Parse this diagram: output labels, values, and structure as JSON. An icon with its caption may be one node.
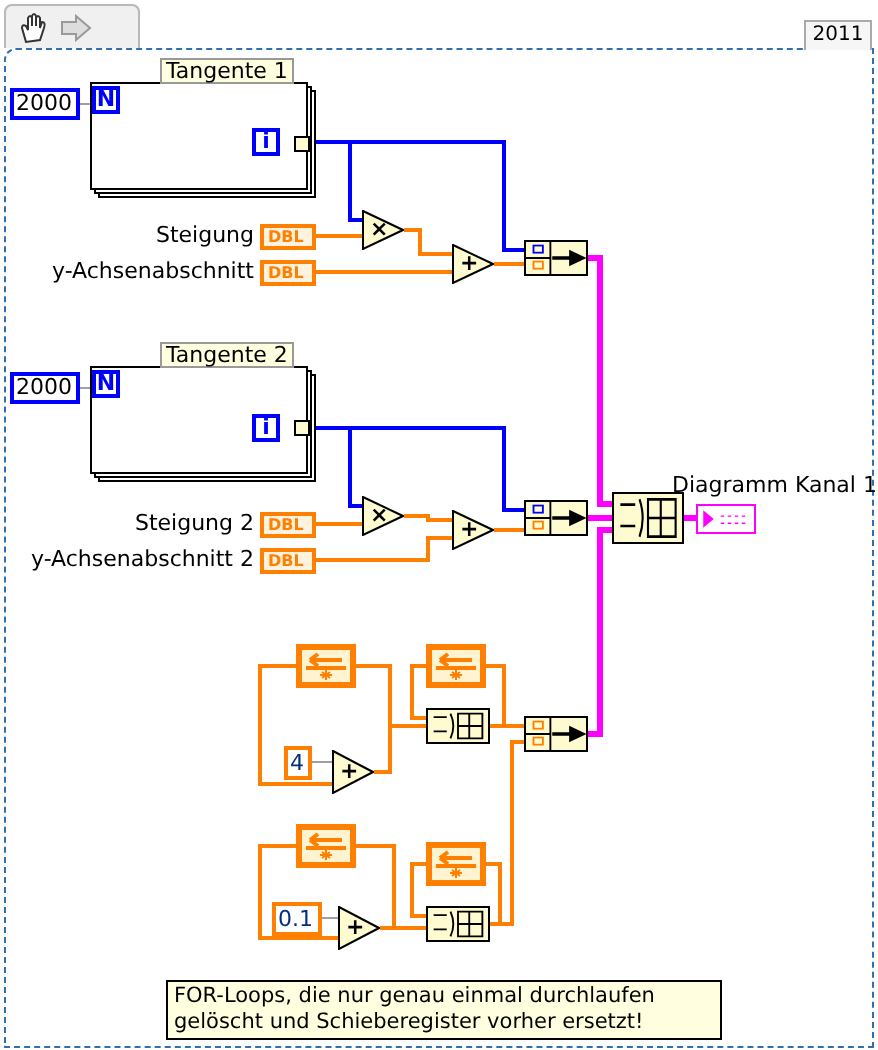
{
  "diagram": {
    "nodes": [
      {
        "text": [
          "2000"
        ]
      },
      {
        "text": [
          "Tangente 1"
        ]
      },
      {
        "text": [
          "N"
        ],
        "in": 1
      },
      {
        "text": [
          "i"
        ],
        "in": 1
      },
      {
        "text": [
          "DBL"
        ],
        "beside": [
          "Steigung"
        ]
      },
      {
        "text": [
          "DBL"
        ],
        "beside": [
          "y-Achsenabschnitt"
        ]
      },
      {
        "text": [
          "×"
        ]
      },
      {
        "text": [
          "+"
        ]
      },
      {
        "text": [],
        "shape": "box"
      },
      {
        "text": [
          "2000"
        ]
      },
      {
        "text": [
          "Tangente 2"
        ]
      },
      {
        "text": [
          "N"
        ],
        "in": 10
      },
      {
        "text": [
          "i"
        ],
        "in": 10
      },
      {
        "text": [
          "DBL"
        ],
        "beside": [
          "Steigung 2"
        ]
      },
      {
        "text": [
          "DBL"
        ],
        "beside": [
          "y-Achsenabschnitt 2"
        ]
      },
      {
        "text": [
          "×"
        ]
      },
      {
        "text": [
          "+"
        ]
      },
      {
        "text": [],
        "shape": "box"
      },
      {
        "text": [],
        "shape": "box"
      },
      {
        "text": [],
        "shape": "box",
        "beside": [
          "Diagramm Kanal 1"
        ]
      },
      {
        "text": [],
        "shape": "box"
      },
      {
        "text": [
          "4"
        ]
      },
      {
        "text": [
          "+"
        ]
      },
      {
        "text": [],
        "shape": "box"
      },
      {
        "text": [],
        "shape": "box"
      },
      {
        "text": [],
        "shape": "box"
      },
      {
        "text": [],
        "shape": "box"
      },
      {
        "text": [
          "0.1"
        ]
      },
      {
        "text": [
          "+"
        ]
      },
      {
        "text": [],
        "shape": "box"
      },
      {
        "text": [],
        "shape": "box"
      },
      {
        "text": [
          "FOR-Loops, die nur genau einmal durchlaufen gelöscht und Schieberegister vorher ersetzt!"
        ]
      }
    ],
    "edges": [
      {
        "from": 0,
        "to": 2,
        "arrow": "none",
        "color": "#a0a0a0"
      },
      {
        "from": 3,
        "to": 6,
        "arrow": "none",
        "color": "#0000ff"
      },
      {
        "from": 3,
        "to": 8,
        "arrow": "none",
        "color": "#0000ff"
      },
      {
        "from": 4,
        "to": 6,
        "arrow": "none"
      },
      {
        "from": 6,
        "to": 7,
        "arrow": "none"
      },
      {
        "from": 5,
        "to": 7,
        "arrow": "none"
      },
      {
        "from": 7,
        "to": 8,
        "arrow": "none"
      },
      {
        "from": 8,
        "to": 18,
        "arrow": "none",
        "color": "#ff00ff"
      },
      {
        "from": 9,
        "to": 11,
        "arrow": "none",
        "color": "#a0a0a0"
      },
      {
        "from": 12,
        "to": 15,
        "arrow": "none",
        "color": "#0000ff"
      },
      {
        "from": 12,
        "to": 17,
        "arrow": "none",
        "color": "#0000ff"
      },
      {
        "from": 13,
        "to": 15,
        "arrow": "none"
      },
      {
        "from": 15,
        "to": 16,
        "arrow": "none"
      },
      {
        "from": 14,
        "to": 16,
        "arrow": "none"
      },
      {
        "from": 16,
        "to": 17,
        "arrow": "none"
      },
      {
        "from": 17,
        "to": 18,
        "arrow": "none",
        "color": "#ff00ff"
      },
      {
        "from": 18,
        "to": 19,
        "arrow": "none",
        "color": "#ff00ff"
      },
      {
        "from": 20,
        "to": 22,
        "arrow": "none"
      },
      {
        "from": 21,
        "to": 22,
        "arrow": "none",
        "color": "#a0a0a0"
      },
      {
        "from": 22,
        "to": 20,
        "arrow": "none"
      },
      {
        "from": 22,
        "to": 24,
        "arrow": "none"
      },
      {
        "from": 23,
        "to": 24,
        "arrow": "none"
      },
      {
        "from": 24,
        "to": 23,
        "arrow": "none"
      },
      {
        "from": 24,
        "to": 25,
        "arrow": "none"
      },
      {
        "from": 26,
        "to": 28,
        "arrow": "none"
      },
      {
        "from": 27,
        "to": 28,
        "arrow": "none",
        "color": "#a0a0a0"
      },
      {
        "from": 28,
        "to": 26,
        "arrow": "none"
      },
      {
        "from": 28,
        "to": 30,
        "arrow": "none"
      },
      {
        "from": 30,
        "to": 29,
        "arrow": "none"
      },
      {
        "from": 29,
        "to": 30,
        "arrow": "none"
      },
      {
        "from": 30,
        "to": 25,
        "arrow": "none"
      },
      {
        "from": 25,
        "to": 18,
        "arrow": "none",
        "color": "#ff00ff"
      }
    ],
    "labels": [
      "2011"
    ]
  }
}
